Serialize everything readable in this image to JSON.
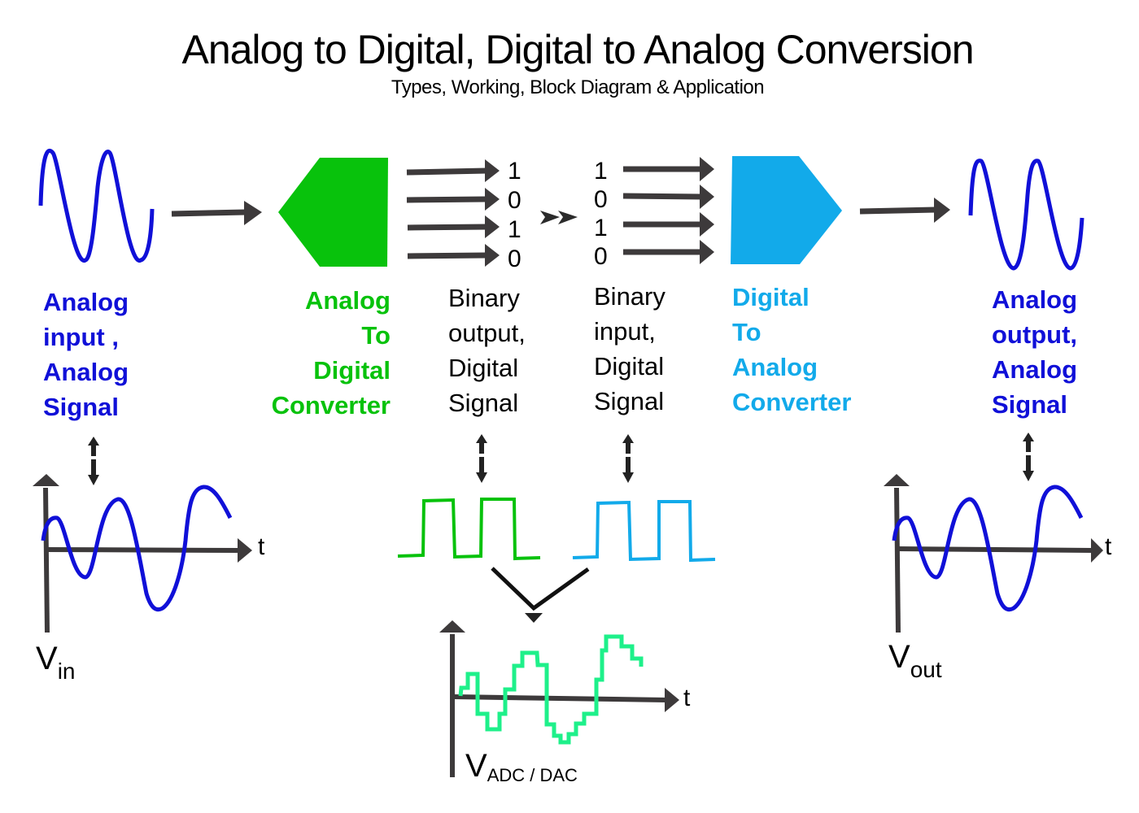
{
  "title": "Analog to Digital, Digital to Analog Conversion",
  "subtitle": "Types, Working, Block Diagram & Application",
  "colors": {
    "analog_blue": "#1010d8",
    "adc_green": "#08c20c",
    "dac_blue": "#12aaea",
    "staircase_green": "#1ef08a",
    "arrow_dark": "#3d3a3b"
  },
  "blocks": {
    "analog_input": {
      "label_lines": [
        "Analog",
        "input ,",
        "Analog",
        "Signal"
      ]
    },
    "adc": {
      "label_lines": [
        "Analog",
        "To",
        "Digital",
        "Converter"
      ],
      "shape_icon": "adc-pentagon-icon"
    },
    "binary_output": {
      "label_lines": [
        "Binary",
        "output,",
        "Digital",
        "Signal"
      ],
      "bits": [
        "1",
        "0",
        "1",
        "0"
      ]
    },
    "binary_input": {
      "label_lines": [
        "Binary",
        "input,",
        "Digital",
        "Signal"
      ],
      "bits": [
        "1",
        "0",
        "1",
        "0"
      ]
    },
    "dac": {
      "label_lines": [
        "Digital",
        "To",
        "Analog",
        "Converter"
      ],
      "shape_icon": "dac-pentagon-icon"
    },
    "analog_output": {
      "label_lines": [
        "Analog",
        "output,",
        "Analog",
        "Signal"
      ]
    }
  },
  "graphs": {
    "vin": {
      "y_label_main": "V",
      "y_label_sub": "in",
      "x_label": "t"
    },
    "vadc": {
      "y_label_main": "V",
      "y_label_sub": "ADC / DAC",
      "x_label": "t"
    },
    "vout": {
      "y_label_main": "V",
      "y_label_sub": "out",
      "x_label": "t"
    }
  }
}
